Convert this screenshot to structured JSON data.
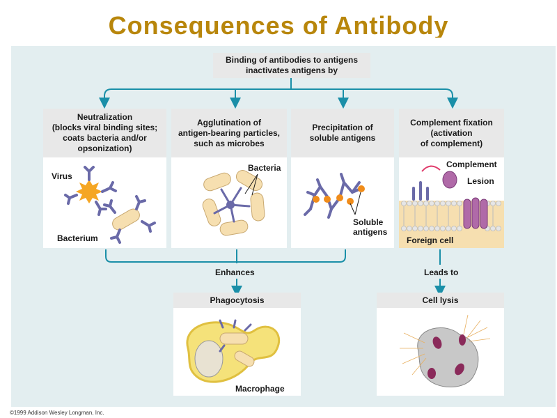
{
  "title": "Consequences of Antibody",
  "root": "Binding of antibodies to antigens\ninactivates antigens by",
  "mechanisms": [
    {
      "label": "Neutralization\n(blocks viral binding sites;\ncoats bacteria and/or\nopsonization)"
    },
    {
      "label": "Agglutination of\nantigen-bearing particles,\nsuch as microbes"
    },
    {
      "label": "Precipitation of\nsoluble antigens"
    },
    {
      "label": "Complement fixation\n(activation\nof complement)"
    }
  ],
  "illustration_labels": {
    "virus": "Virus",
    "bacterium": "Bacterium",
    "bacteria": "Bacteria",
    "soluble_antigens": "Soluble\nantigens",
    "complement": "Complement",
    "lesion": "Lesion",
    "foreign_cell": "Foreign cell",
    "macrophage": "Macrophage"
  },
  "connectors": {
    "enhances": "Enhances",
    "leads_to": "Leads to"
  },
  "outcomes": [
    {
      "label": "Phagocytosis"
    },
    {
      "label": "Cell lysis"
    }
  ],
  "copyright": "©1999 Addison Wesley Longman, Inc.",
  "colors": {
    "title": "#b8860b",
    "panel": "#e3eef0",
    "arrow": "#1a8fa8",
    "antibody": "#6a6aa8",
    "bacterium": "#f6dfb0",
    "virus": "#f5a623",
    "antigen": "#f08c1a",
    "complement": "#b06aa8",
    "macrophage": "#f5e27a",
    "lysis_cell": "#c8c8c8"
  }
}
